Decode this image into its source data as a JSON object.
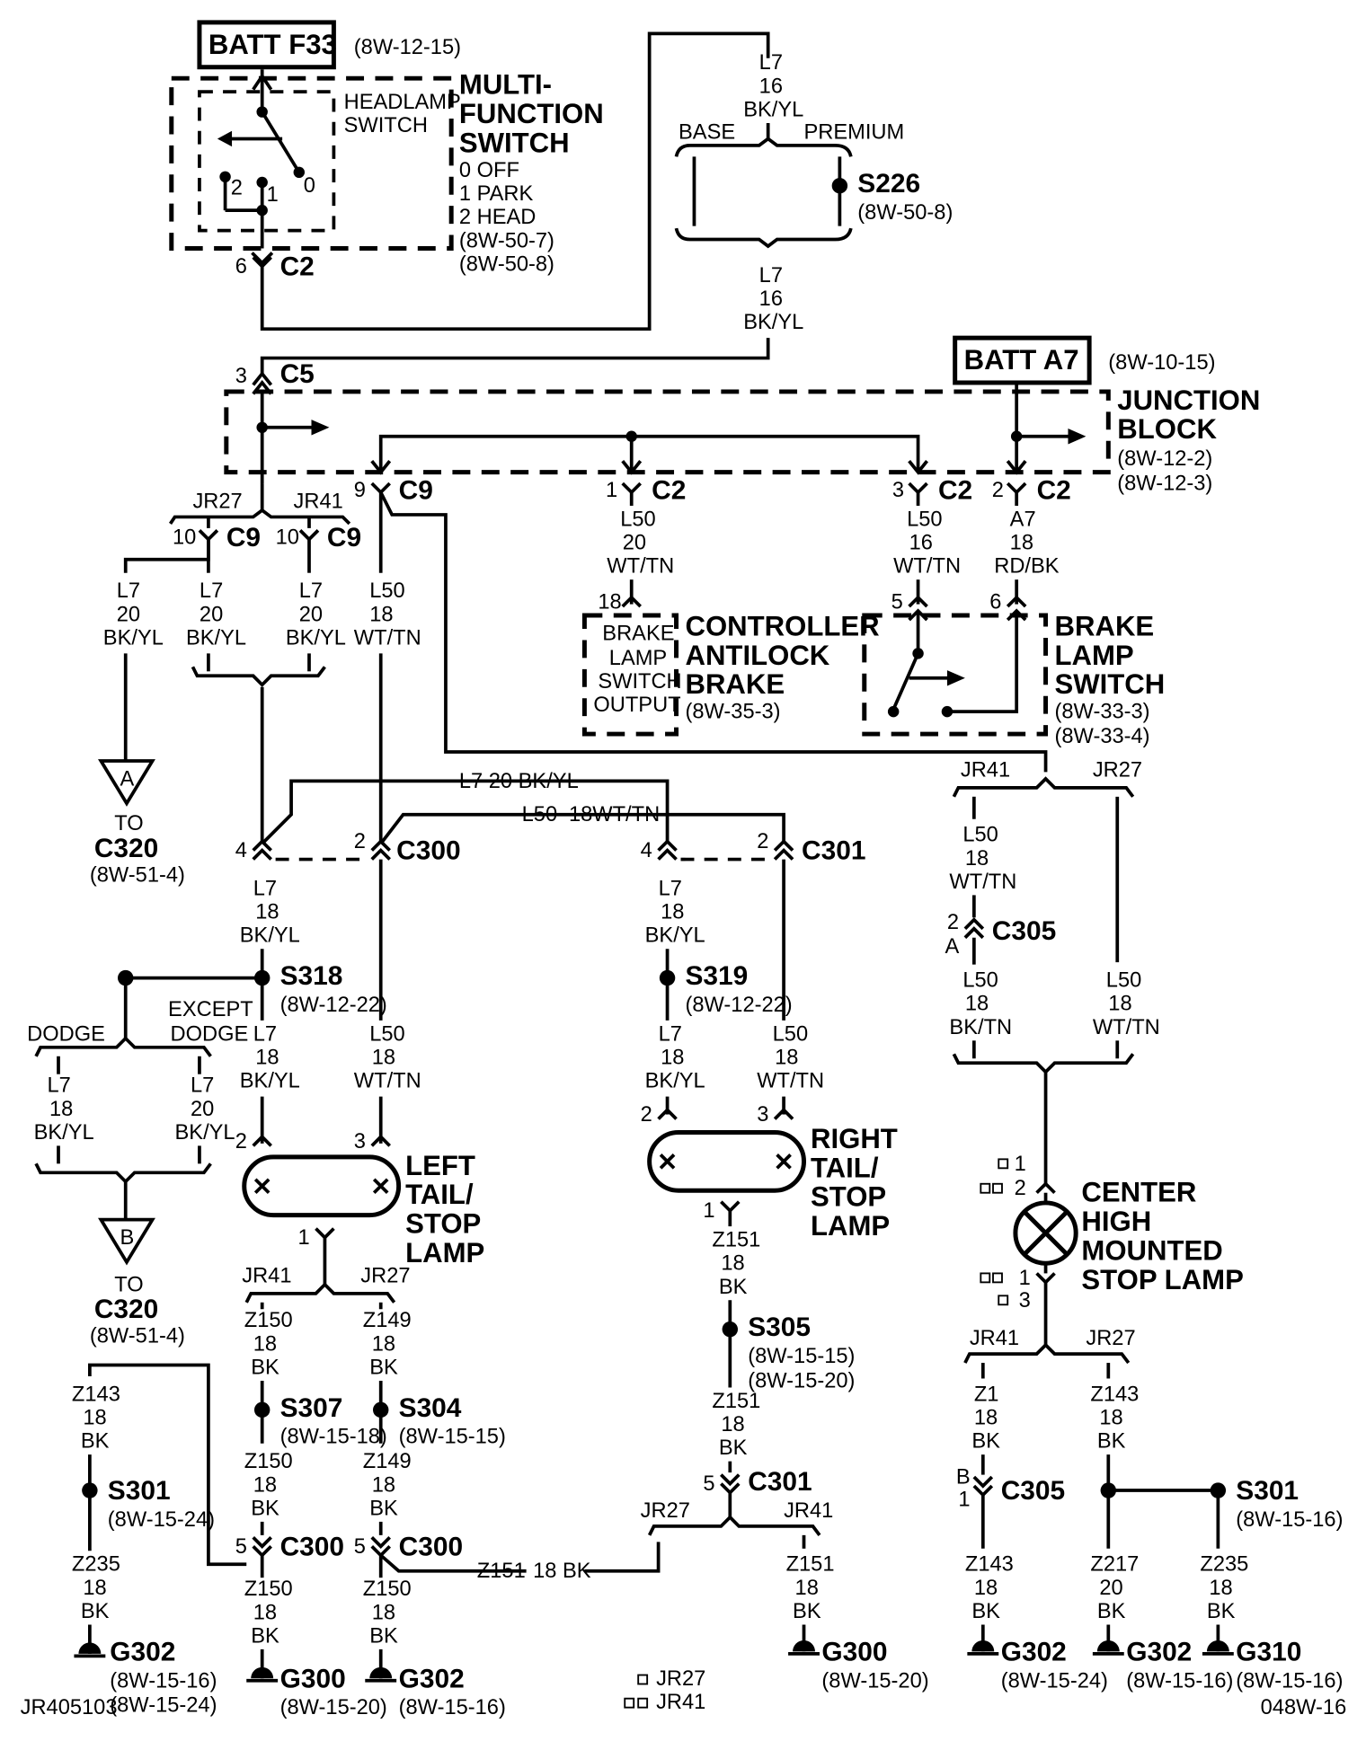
{
  "batt_f33": "BATT F33",
  "batt_f33_ref": "(8W-12-15)",
  "mfs": {
    "title": [
      "MULTI-",
      "FUNCTION",
      "SWITCH"
    ],
    "inner": [
      "HEADLAMP",
      "SWITCH"
    ],
    "positions": [
      "0 OFF",
      "1 PARK",
      "2 HEAD"
    ],
    "refs": [
      "(8W-50-7)",
      "(8W-50-8)"
    ],
    "pos_labels": [
      "2",
      "1",
      "0"
    ]
  },
  "c2_top": {
    "pin": "6",
    "name": "C2"
  },
  "top_right": {
    "wire1": [
      "L7",
      "16",
      "BK/YL"
    ],
    "base": "BASE",
    "premium": "PREMIUM",
    "s226": "S226",
    "s226_ref": "(8W-50-8)",
    "wire2": [
      "L7",
      "16",
      "BK/YL"
    ]
  },
  "batt_a7": "BATT A7",
  "batt_a7_ref": "(8W-10-15)",
  "jb": {
    "title": [
      "JUNCTION",
      "BLOCK"
    ],
    "refs": [
      "(8W-12-2)",
      "(8W-12-3)"
    ]
  },
  "c5": {
    "pin": "3",
    "name": "C5"
  },
  "conn": {
    "c9_main": {
      "pin": "9",
      "name": "C9"
    },
    "c2_1": {
      "pin": "1",
      "name": "C2"
    },
    "c2_3": {
      "pin": "3",
      "name": "C2"
    },
    "c2_2": {
      "pin": "2",
      "name": "C2"
    },
    "c9_a": {
      "pin": "10",
      "name": "C9"
    },
    "c9_b": {
      "pin": "10",
      "name": "C9"
    }
  },
  "jr27": "JR27",
  "jr41": "JR41",
  "wires": {
    "l7_20_a": [
      "L7",
      "20",
      "BK/YL"
    ],
    "l7_20_b": [
      "L7",
      "20",
      "BK/YL"
    ],
    "l7_20_c": [
      "L7",
      "20",
      "BK/YL"
    ],
    "l50_18_c9": [
      "L50",
      "18",
      "WT/TN"
    ],
    "l50_20_c2": [
      "L50",
      "20",
      "WT/TN"
    ],
    "l50_16_c2": [
      "L50",
      "16",
      "WT/TN"
    ],
    "a7_18": [
      "A7",
      "18",
      "RD/BK"
    ],
    "l7_mid": "L7   20 BK/YL",
    "l50_mid_a": "L50",
    "l50_mid_b": "18WT/TN",
    "l7_18_left": [
      "L7",
      "18",
      "BK/YL"
    ],
    "l7_18_right": [
      "L7",
      "18",
      "BK/YL"
    ],
    "l50_18_cr": [
      "L50",
      "18",
      "WT/TN"
    ],
    "l50_18_bt": [
      "L50",
      "18",
      "BK/TN"
    ],
    "l50_18_wt": [
      "L50",
      "18",
      "WT/TN"
    ],
    "l7_18_s318": [
      "L7",
      "18",
      "BK/YL"
    ],
    "l50_18_s318": [
      "L50",
      "18",
      "WT/TN"
    ],
    "l7_18_s319": [
      "L7",
      "18",
      "BK/YL"
    ],
    "l50_18_s319": [
      "L50",
      "18",
      "WT/TN"
    ],
    "l7_18_dodge": [
      "L7",
      "18",
      "BK/YL"
    ],
    "l7_20_dodge": [
      "L7",
      "20",
      "BK/YL"
    ]
  },
  "cab": {
    "pin": "18",
    "inner": [
      "BRAKE",
      "LAMP",
      "SWITCH",
      "OUTPUT"
    ],
    "title": [
      "CONTROLLER",
      "ANTILOCK",
      "BRAKE"
    ],
    "ref": "(8W-35-3)"
  },
  "bls": {
    "pin5": "5",
    "pin6": "6",
    "title": [
      "BRAKE",
      "LAMP",
      "SWITCH"
    ],
    "refs": [
      "(8W-33-3)",
      "(8W-33-4)"
    ]
  },
  "to_a": {
    "letter": "A",
    "to": "TO",
    "conn": "C320",
    "ref": "(8W-51-4)"
  },
  "to_b": {
    "letter": "B",
    "to": "TO",
    "conn": "C320",
    "ref": "(8W-51-4)"
  },
  "c300_top": {
    "pin4": "4",
    "pin2": "2",
    "name": "C300"
  },
  "c301_top": {
    "pin4": "4",
    "pin2": "2",
    "name": "C301"
  },
  "c305_top": {
    "pin": "2",
    "sub": "A",
    "name": "C305"
  },
  "s318": {
    "name": "S318",
    "ref": "(8W-12-22)"
  },
  "s319": {
    "name": "S319",
    "ref": "(8W-12-22)"
  },
  "dodge": "DODGE",
  "except_dodge": [
    "EXCEPT",
    "DODGE"
  ],
  "left_lamp": {
    "pin2": "2",
    "pin3": "3",
    "pin1": "1",
    "title": [
      "LEFT",
      "TAIL/",
      "STOP",
      "LAMP"
    ]
  },
  "right_lamp": {
    "pin2": "2",
    "pin3": "3",
    "pin1": "1",
    "title": [
      "RIGHT",
      "TAIL/",
      "STOP",
      "LAMP"
    ]
  },
  "chmsl": {
    "title": [
      "CENTER",
      "HIGH",
      "MOUNTED",
      "STOP LAMP"
    ],
    "top_pins": [
      "1",
      "2"
    ],
    "bot_pins": [
      "1",
      "3"
    ]
  },
  "bottom": {
    "z143_l": [
      "Z143",
      "18",
      "BK"
    ],
    "s301_l": {
      "name": "S301",
      "ref": "(8W-15-24)"
    },
    "z235_l": [
      "Z235",
      "18",
      "BK"
    ],
    "g302_l": {
      "name": "G302",
      "refs": [
        "(8W-15-16)",
        "(8W-15-24)"
      ]
    },
    "z150_a": [
      "Z150",
      "18",
      "BK"
    ],
    "s307": {
      "name": "S307",
      "ref": "(8W-15-18)"
    },
    "z150_b": [
      "Z150",
      "18",
      "BK"
    ],
    "c300_a": {
      "pin": "5",
      "name": "C300"
    },
    "z150_c": [
      "Z150",
      "18",
      "BK"
    ],
    "g300_a": {
      "name": "G300",
      "ref": "(8W-15-20)"
    },
    "z149_a": [
      "Z149",
      "18",
      "BK"
    ],
    "s304": {
      "name": "S304",
      "ref": "(8W-15-15)"
    },
    "z149_b": [
      "Z149",
      "18",
      "BK"
    ],
    "c300_b": {
      "pin": "5",
      "name": "C300"
    },
    "z150_d": [
      "Z150",
      "18",
      "BK"
    ],
    "g302_b": {
      "name": "G302",
      "ref": "(8W-15-16)"
    },
    "z151_h": "Z151",
    "z151_h2": "18 BK",
    "z151_a": [
      "Z151",
      "18",
      "BK"
    ],
    "s305": {
      "name": "S305",
      "refs": [
        "(8W-15-15)",
        "(8W-15-20)"
      ]
    },
    "z151_b": [
      "Z151",
      "18",
      "BK"
    ],
    "c301": {
      "pin": "5",
      "name": "C301"
    },
    "z151_c": [
      "Z151",
      "18",
      "BK"
    ],
    "g300_b": {
      "name": "G300",
      "ref": "(8W-15-20)"
    },
    "z1": [
      "Z1",
      "18",
      "BK"
    ],
    "c305_b": {
      "pin": "B",
      "sub": "1",
      "name": "C305"
    },
    "z143_c": [
      "Z143",
      "18",
      "BK"
    ],
    "g302_c": {
      "name": "G302",
      "ref": "(8W-15-24)"
    },
    "z143_r": [
      "Z143",
      "18",
      "BK"
    ],
    "z217": [
      "Z217",
      "20",
      "BK"
    ],
    "g302_d": {
      "name": "G302",
      "ref": "(8W-15-16)"
    },
    "s301_r": {
      "name": "S301",
      "ref": "(8W-15-16)"
    },
    "z235_r": [
      "Z235",
      "18",
      "BK"
    ],
    "g310": {
      "name": "G310",
      "ref": "(8W-15-16)"
    }
  },
  "legend": [
    "JR27",
    "JR41"
  ],
  "footer_left": "JR405103",
  "footer_right": "048W-16"
}
